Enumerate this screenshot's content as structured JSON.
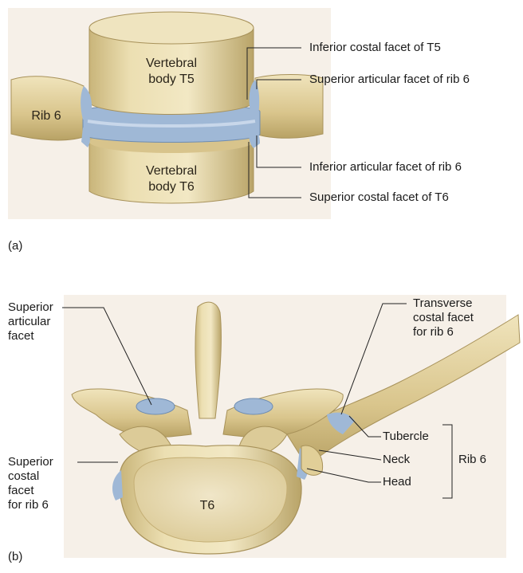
{
  "panel_a": {
    "letter": "(a)",
    "bone_labels": {
      "body_t5": "Vertebral\nbody T5",
      "body_t6": "Vertebral\nbody T6",
      "rib": "Rib 6"
    },
    "callouts": {
      "inferior_costal_t5": "Inferior costal facet of T5",
      "superior_articular_rib6": "Superior articular facet of rib 6",
      "inferior_articular_rib6": "Inferior articular facet of rib 6",
      "superior_costal_t6": "Superior costal facet of T6"
    }
  },
  "panel_b": {
    "letter": "(b)",
    "bone_labels": {
      "t6": "T6"
    },
    "callouts": {
      "superior_articular_facet": "Superior\narticular\nfacet",
      "transverse_costal_facet": "Transverse\ncostal facet\nfor rib 6",
      "superior_costal_facet": "Superior\ncostal\nfacet\nfor rib 6",
      "tubercle": "Tubercle",
      "neck": "Neck",
      "head": "Head",
      "rib_group": "Rib 6"
    }
  },
  "colors": {
    "bone": "#e9dcae",
    "bone_shadow": "#c9b57a",
    "cartilage_blue": "#9fb8d6",
    "background_panel": "#f6f0e8",
    "line": "#222222"
  }
}
